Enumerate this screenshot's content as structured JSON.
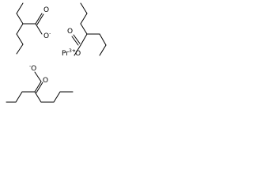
{
  "structure": {
    "carboxylate_1": {
      "carbonyl_oxygen": "O",
      "anionic_oxygen": "O",
      "charge": "-"
    },
    "carboxylate_2": {
      "carbonyl_oxygen": "O",
      "anionic_oxygen": "O",
      "charge": "-"
    },
    "carboxylate_3": {
      "carbonyl_oxygen": "O",
      "anionic_oxygen": "O",
      "charge": "-"
    },
    "metal_ion": {
      "symbol": "Pr",
      "charge": "3+"
    }
  }
}
